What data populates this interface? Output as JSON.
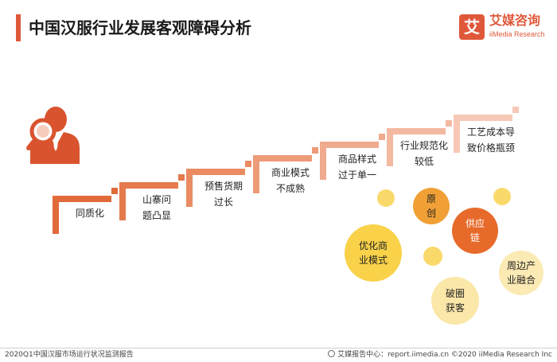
{
  "header": {
    "title": "中国汉服行业发展客观障碍分析"
  },
  "brand": {
    "mark": "艾",
    "name_cn": "艾媒咨询",
    "name_en": "iiMedia Research"
  },
  "steps": [
    {
      "label_lines": [
        "同质化"
      ],
      "color": "#e16a3a"
    },
    {
      "label_lines": [
        "山寨问",
        "题凸显"
      ],
      "color": "#e57a4c"
    },
    {
      "label_lines": [
        "预售货期",
        "过长"
      ],
      "color": "#ea8b62"
    },
    {
      "label_lines": [
        "商业模式",
        "不成熟"
      ],
      "color": "#ed9b78"
    },
    {
      "label_lines": [
        "商品样式",
        "过于单一"
      ],
      "color": "#f0aa8d"
    },
    {
      "label_lines": [
        "行业规范化",
        "较低"
      ],
      "color": "#f3b9a1"
    },
    {
      "label_lines": [
        "工艺成本导",
        "致价格瓶颈"
      ],
      "color": "#f6c8b5"
    }
  ],
  "bubbles": [
    {
      "text": "原创",
      "color": "#f0a035"
    },
    {
      "text": "供应链",
      "color": "#e86a2a"
    },
    {
      "text": "优化商业模式",
      "color": "#f9d24a"
    },
    {
      "text": "周边产业融合",
      "color": "#fbeab4"
    },
    {
      "text": "破圈获客",
      "color": "#fbe7a8"
    },
    {
      "text": "",
      "color": "#f9d96a"
    },
    {
      "text": "",
      "color": "#f9d96a"
    },
    {
      "text": "",
      "color": "#f9d96a"
    }
  ],
  "footer": {
    "left": "2020Q1中国汉服市场运行状况监测报告",
    "right": "艾媒报告中心：report.iimedia.cn   ©2020  iiMedia Research  Inc"
  },
  "icons": [
    "person-search-icon",
    "globe-icon"
  ]
}
